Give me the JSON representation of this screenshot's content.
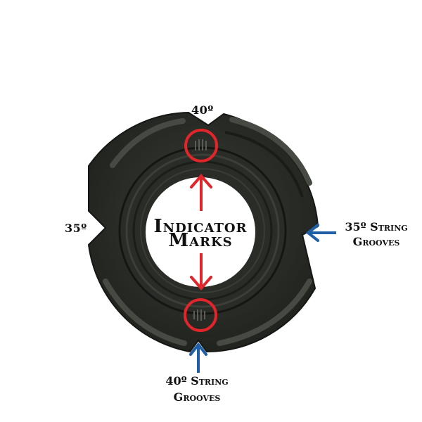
{
  "labels": {
    "top_degree": "40º",
    "left_degree": "35º",
    "center_line1": "Indicator",
    "center_line2": "Marks",
    "right_line1": "35º String",
    "right_line2": "Grooves",
    "bottom_line1": "40º String",
    "bottom_line2": "Grooves"
  },
  "colors": {
    "indicator": "#e0262b",
    "groove_arrow": "#1f5fa8",
    "part": "#2b2e29"
  }
}
